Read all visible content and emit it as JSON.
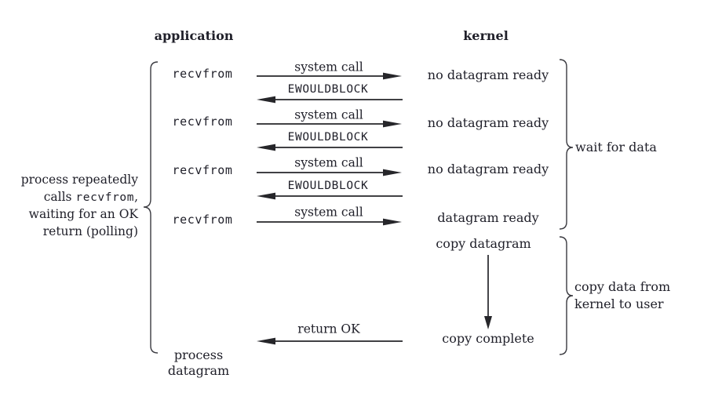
{
  "headers": {
    "application": "application",
    "kernel": "kernel"
  },
  "calls": [
    {
      "caller": "recvfrom",
      "request": "system call",
      "response": "EWOULDBLOCK",
      "kernel_state": "no datagram ready"
    },
    {
      "caller": "recvfrom",
      "request": "system call",
      "response": "EWOULDBLOCK",
      "kernel_state": "no datagram ready"
    },
    {
      "caller": "recvfrom",
      "request": "system call",
      "response": "EWOULDBLOCK",
      "kernel_state": "no datagram ready"
    },
    {
      "caller": "recvfrom",
      "request": "system call",
      "kernel_state": "datagram ready"
    }
  ],
  "left_note": {
    "line1": "process repeatedly",
    "line2_pre": "calls ",
    "line2_code": "recvfrom",
    "line2_post": ",",
    "line3": "waiting for an OK",
    "line4": "return (polling)"
  },
  "kernel_steps": {
    "copy_datagram": "copy datagram",
    "copy_complete": "copy complete"
  },
  "return_arrow_label": "return OK",
  "braces": {
    "wait_for_data": "wait for data",
    "copy_line1": "copy data from",
    "copy_line2": "kernel to user"
  },
  "footer": {
    "line1": "process",
    "line2": "datagram"
  }
}
